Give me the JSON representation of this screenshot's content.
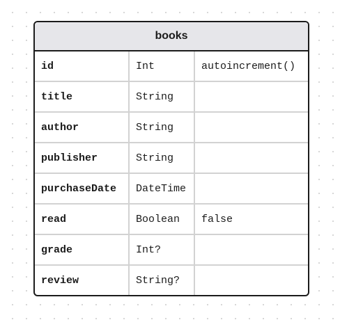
{
  "model": {
    "name": "books",
    "fields": [
      {
        "name": "id",
        "type": "Int",
        "attribute": "autoincrement()"
      },
      {
        "name": "title",
        "type": "String",
        "attribute": ""
      },
      {
        "name": "author",
        "type": "String",
        "attribute": ""
      },
      {
        "name": "publisher",
        "type": "String",
        "attribute": ""
      },
      {
        "name": "purchaseDate",
        "type": "DateTime",
        "attribute": ""
      },
      {
        "name": "read",
        "type": "Boolean",
        "attribute": "false"
      },
      {
        "name": "grade",
        "type": "Int?",
        "attribute": ""
      },
      {
        "name": "review",
        "type": "String?",
        "attribute": ""
      }
    ]
  }
}
